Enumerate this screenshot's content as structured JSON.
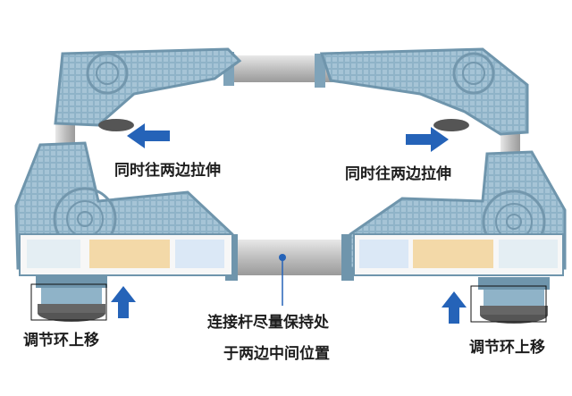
{
  "annotations": {
    "stretch_left": "同时往两边拉伸",
    "stretch_right": "同时往两边拉伸",
    "adjust_ring_left": "调节环上移",
    "adjust_ring_right": "调节环上移",
    "center_note_line1": "连接杆尽量保持处",
    "center_note_line2": "于两边中间位置"
  },
  "icons": [
    "arrow-left-icon",
    "arrow-right-icon",
    "arrow-up-icon",
    "arrow-up-icon",
    "center-pointer-line"
  ],
  "colors": {
    "frame_blue": "#8fb3c8",
    "frame_blue_dark": "#6f95ac",
    "arrow_blue": "#2563b8",
    "steel": "#c9c9c9",
    "text": "#1d1d1d",
    "background": "#ffffff"
  }
}
